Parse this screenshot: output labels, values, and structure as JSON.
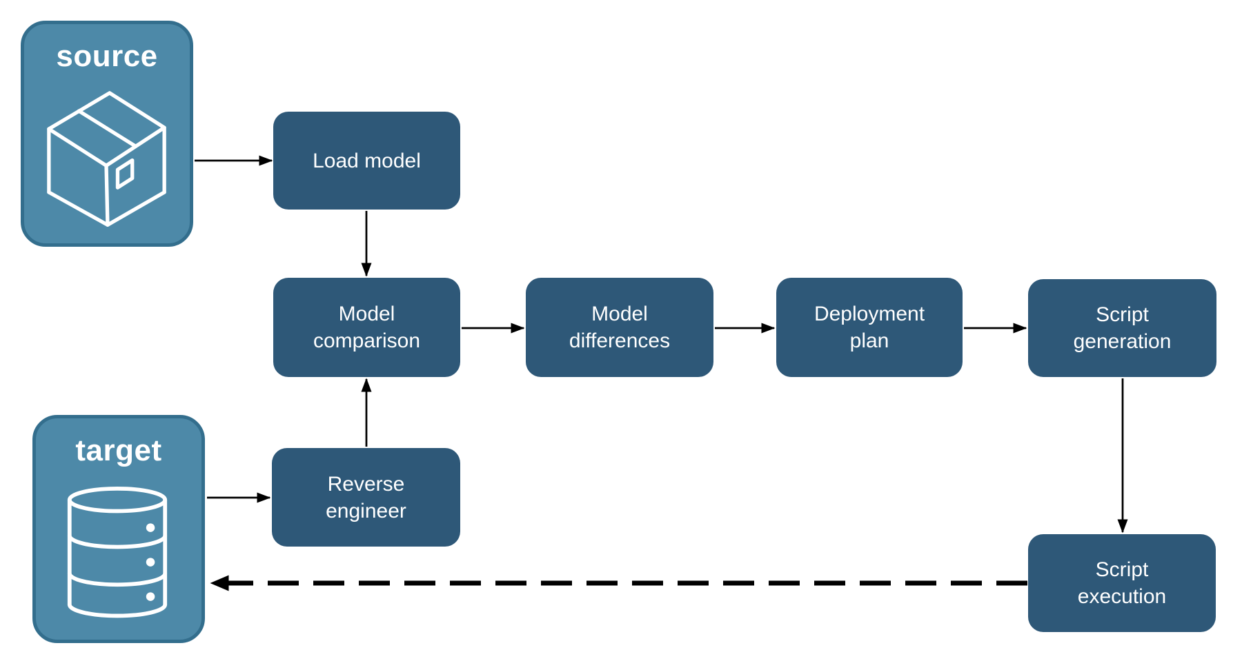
{
  "diagram": {
    "background": "#ffffff",
    "containers": {
      "source": {
        "label": "source",
        "icon": "package-icon"
      },
      "target": {
        "label": "target",
        "icon": "database-icon"
      }
    },
    "nodes": {
      "load_model": {
        "label": "Load model"
      },
      "model_comparison": {
        "label": "Model comparison"
      },
      "model_differences": {
        "label": "Model differences"
      },
      "deployment_plan": {
        "label": "Deployment plan"
      },
      "script_generation": {
        "label": "Script generation"
      },
      "reverse_engineer": {
        "label": "Reverse engineer"
      },
      "script_execution": {
        "label": "Script execution"
      }
    },
    "edges": [
      {
        "from": "source",
        "to": "load_model",
        "style": "solid"
      },
      {
        "from": "load_model",
        "to": "model_comparison",
        "style": "solid"
      },
      {
        "from": "model_comparison",
        "to": "model_differences",
        "style": "solid"
      },
      {
        "from": "model_differences",
        "to": "deployment_plan",
        "style": "solid"
      },
      {
        "from": "deployment_plan",
        "to": "script_generation",
        "style": "solid"
      },
      {
        "from": "script_generation",
        "to": "script_execution",
        "style": "solid"
      },
      {
        "from": "target",
        "to": "reverse_engineer",
        "style": "solid"
      },
      {
        "from": "reverse_engineer",
        "to": "model_comparison",
        "style": "solid"
      },
      {
        "from": "script_execution",
        "to": "target",
        "style": "dashed"
      }
    ],
    "colors": {
      "container_fill": "#4d89a8",
      "container_border": "#336e8d",
      "node_fill": "#2e5878",
      "label_text": "#ffffff",
      "icon_stroke": "#ffffff",
      "arrow": "#000000"
    }
  }
}
